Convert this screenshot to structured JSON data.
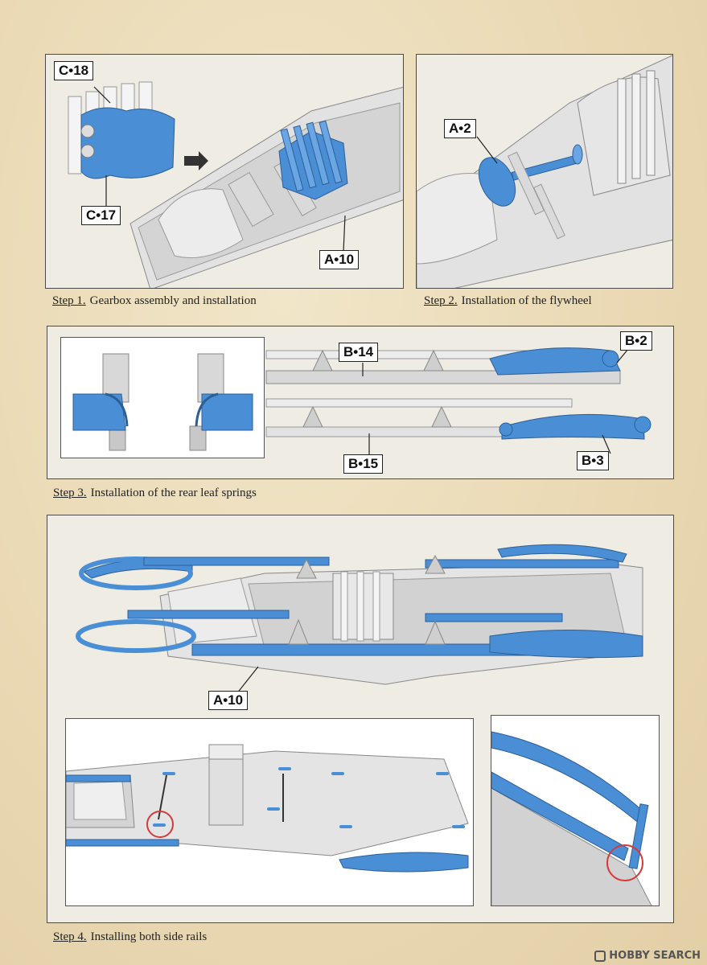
{
  "steps": [
    {
      "number": "Step 1.",
      "text": "Gearbox assembly and installation"
    },
    {
      "number": "Step 2.",
      "text": "Installation of the flywheel"
    },
    {
      "number": "Step 3.",
      "text": "Installation of the rear leaf springs"
    },
    {
      "number": "Step 4.",
      "text": "Installing both side rails"
    }
  ],
  "labels": {
    "c18": "C•18",
    "c17": "C•17",
    "a10_step1": "A•10",
    "a2": "A•2",
    "b14": "B•14",
    "b2": "B•2",
    "b15": "B•15",
    "b3": "B•3",
    "a10_step4": "A•10"
  },
  "watermark": {
    "text": "HOBBY SEARCH",
    "icon": "hobby-search-logo-icon"
  },
  "colors": {
    "part_blue": "#4a8fd6",
    "grey_part": "#dcdcdc",
    "highlight_circle": "#d63a3a",
    "paper": "#ecdcb8"
  }
}
